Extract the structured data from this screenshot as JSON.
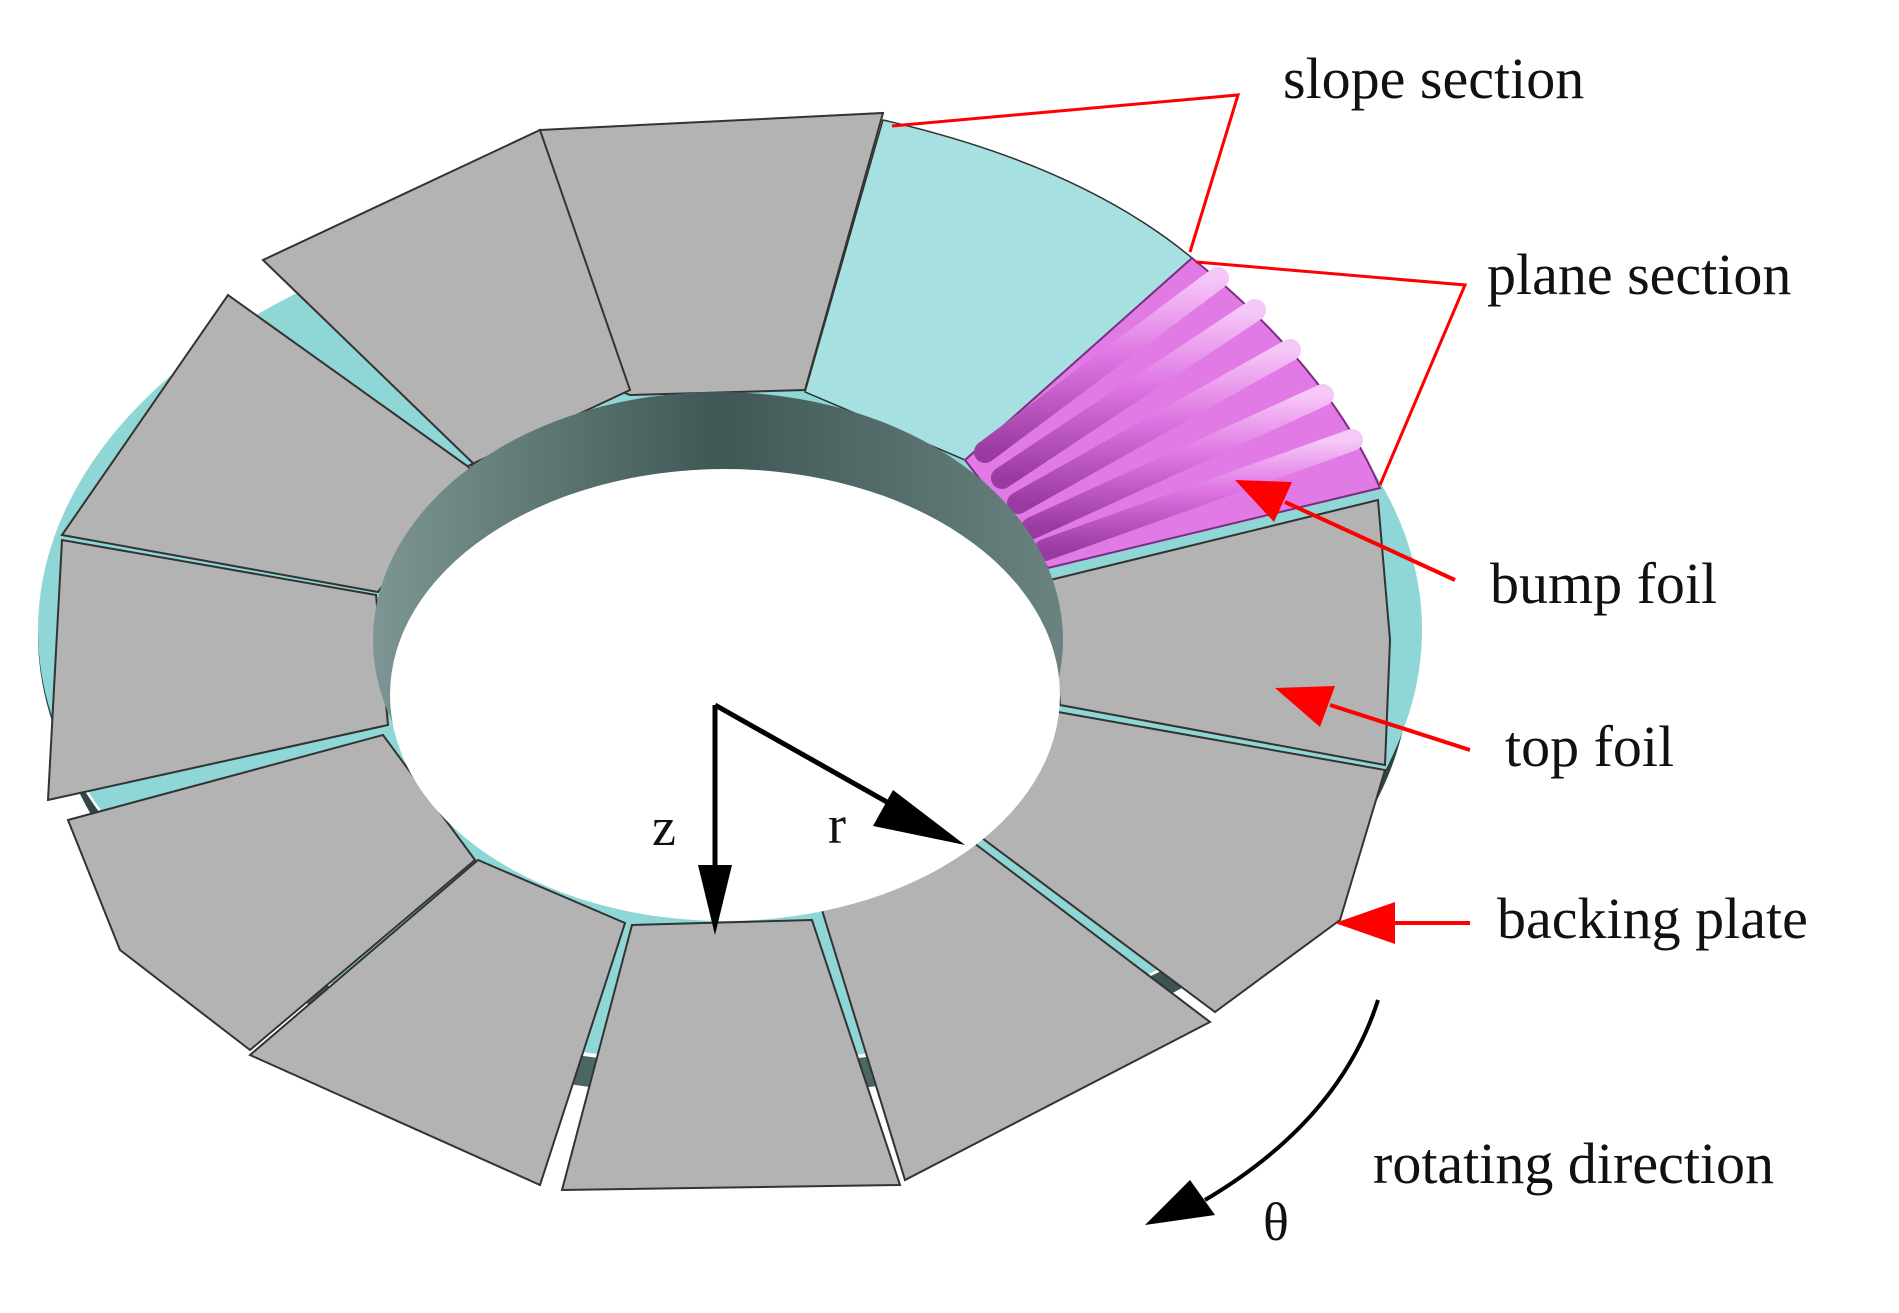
{
  "labels": {
    "slope_section": "slope section",
    "plane_section": "plane section",
    "bump_foil": "bump foil",
    "top_foil": "top foil",
    "backing_plate": "backing plate",
    "rotating_direction": "rotating direction"
  },
  "axes": {
    "z": "z",
    "r": "r",
    "theta": "θ"
  },
  "colors": {
    "top_foil": "#b3b3b3",
    "slope_section": "#a6e0e0",
    "bump_foil": "#e27ae6",
    "backing_plate": "#3e5a58",
    "leader_line": "#ff0000",
    "arrow": "#ff0000"
  }
}
